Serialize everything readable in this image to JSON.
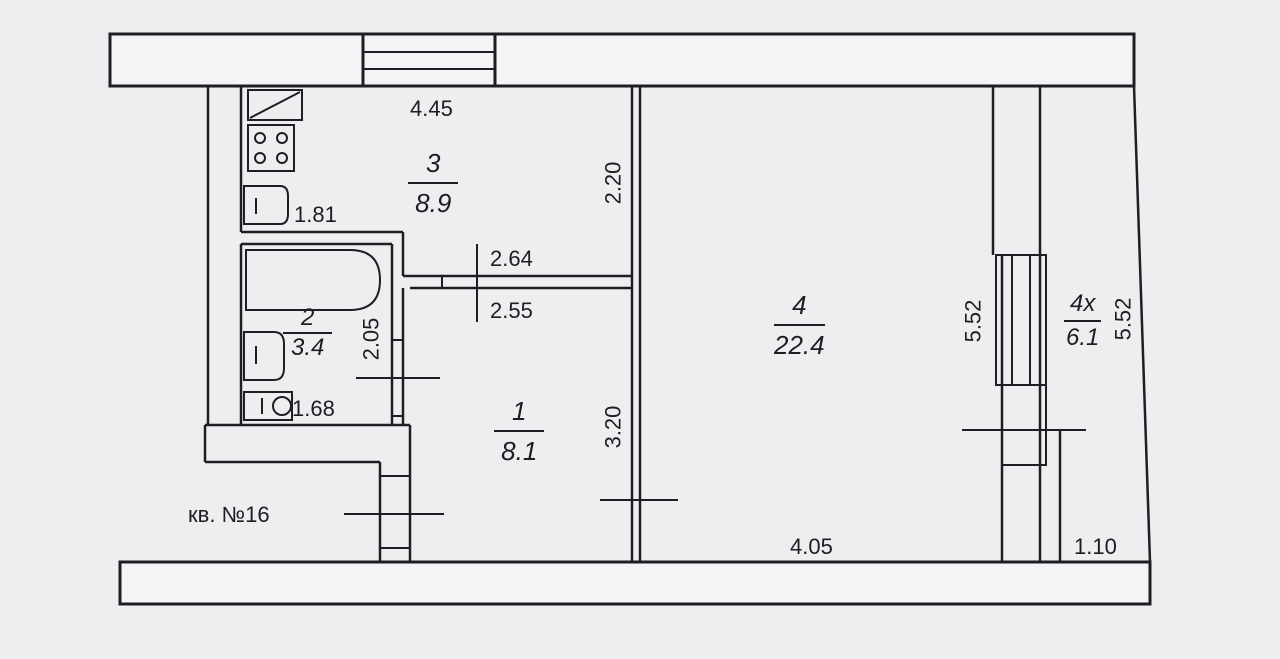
{
  "rooms": [
    {
      "number": "1",
      "area": "8.1"
    },
    {
      "number": "2",
      "area": "3.4"
    },
    {
      "number": "3",
      "area": "8.9"
    },
    {
      "number": "4",
      "area": "22.4"
    },
    {
      "number": "4x",
      "area": "6.1"
    }
  ],
  "dimensions": {
    "kitchen_top": "4.45",
    "kitchen_side": "2.20",
    "kitchen_sink": "1.81",
    "door_width_upper": "2.64",
    "door_width_lower": "2.55",
    "bath_side": "2.05",
    "bath_bottom": "1.68",
    "room1_side": "3.20",
    "room4_bottom": "4.05",
    "room4_side": "5.52",
    "balcony_side": "5.52",
    "balcony_bottom": "1.10"
  },
  "apartment_label": "кв. №16",
  "colors": {
    "line": "#1e1f22",
    "background": "#eceef0"
  }
}
